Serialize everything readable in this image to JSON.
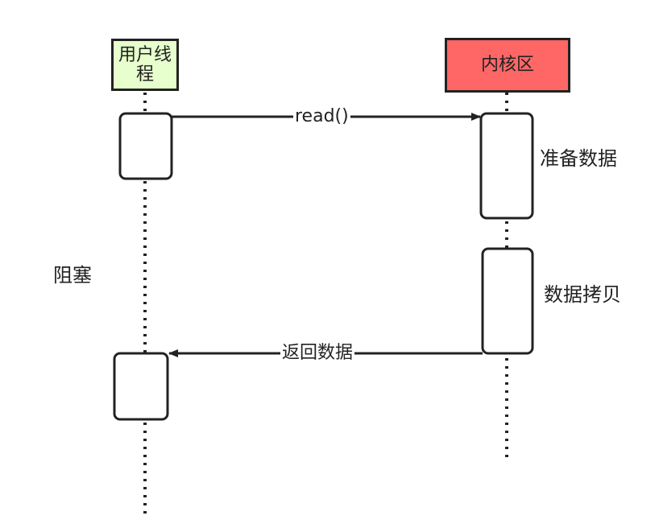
{
  "participants": {
    "user_thread": {
      "label_line1": "用户线",
      "label_line2": "程",
      "color": "#e6ffcc"
    },
    "kernel": {
      "label": "内核区",
      "color": "#ff6666"
    }
  },
  "messages": {
    "read_call": "read()",
    "return_data": "返回数据"
  },
  "notes": {
    "prepare_data": "准备数据",
    "copy_data": "数据拷贝",
    "blocked": "阻塞"
  },
  "colors": {
    "stroke": "#222222"
  }
}
